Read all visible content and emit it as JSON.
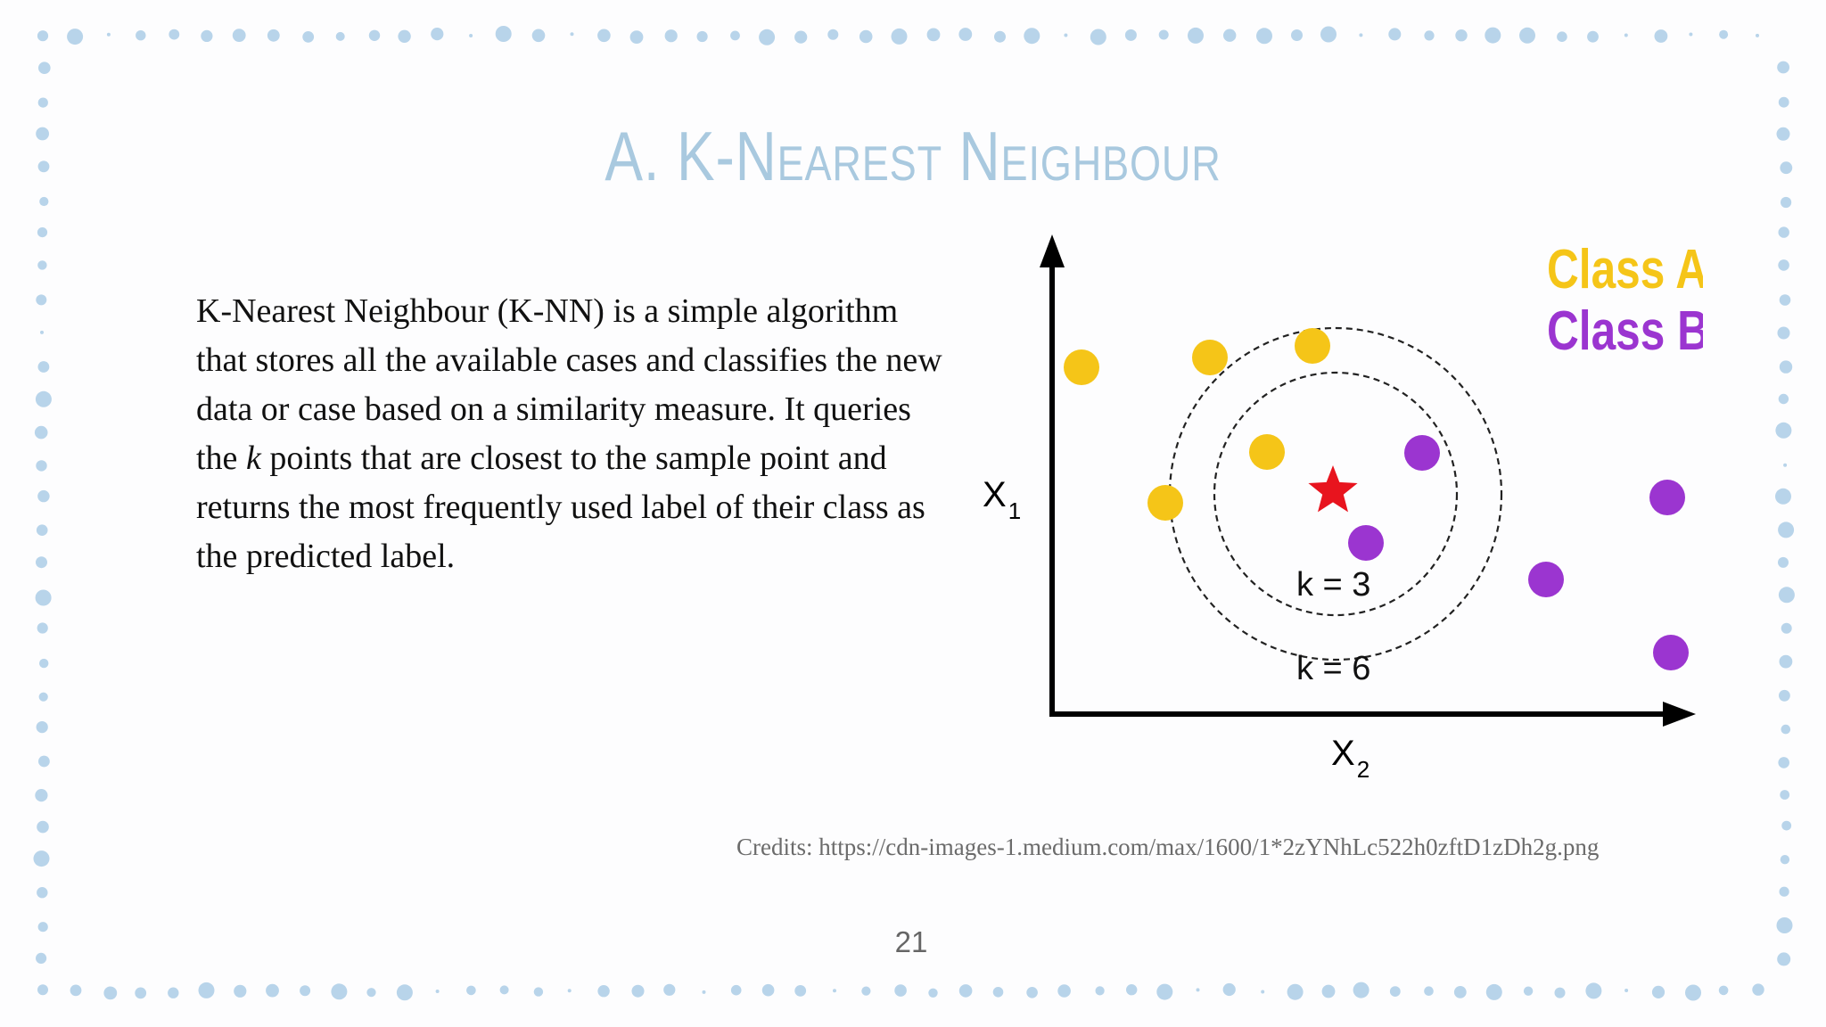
{
  "slide": {
    "title": "A. K-Nearest Neighbour",
    "body": {
      "before_k": "K-Nearest Neighbour (K-NN) is a simple algorithm that stores all the available cases and classifies the new data or case based on a similarity measure. It queries the ",
      "k": "k",
      "after_k": " points that are closest to the sample point and returns the most frequently used label of their class as the predicted label."
    },
    "credits": "Credits: https://cdn-images-1.medium.com/max/1600/1*2zYNhLc522h0zftD1zDh2g.png",
    "page_number": "21"
  },
  "figure": {
    "legend": {
      "class_a": "Class A",
      "class_b": "Class B"
    },
    "axis": {
      "y_label": "X",
      "y_sub": "1",
      "x_label": "X",
      "x_sub": "2"
    },
    "circle_labels": {
      "inner": "k = 3",
      "outer": "k = 6"
    },
    "colors": {
      "class_a": "#f5c518",
      "class_b": "#9b35d0",
      "query": "#e8141e",
      "axis": "#000000",
      "border_dots": "#b8d4ea"
    }
  }
}
